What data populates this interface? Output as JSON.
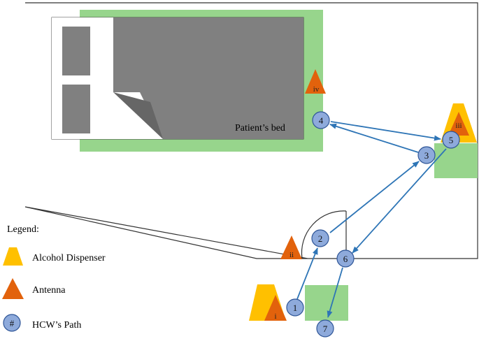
{
  "bed_label": "Patient’s bed",
  "legend": {
    "title": "Legend:",
    "items": [
      {
        "label": "Alcohol Dispenser",
        "icon": "alcohol-dispenser-icon"
      },
      {
        "label": "Antenna",
        "icon": "antenna-icon"
      },
      {
        "label": "HCW’s Path",
        "icon": "path-node-icon",
        "symbol": "#"
      }
    ]
  },
  "antennas": [
    "i",
    "ii",
    "iii",
    "iv"
  ],
  "path_nodes": [
    "1",
    "2",
    "3",
    "4",
    "5",
    "6",
    "7"
  ],
  "colors": {
    "floor_zone": "#97d58c",
    "bed": "#808080",
    "dispenser": "#ffc000",
    "antenna": "#e2620c",
    "node_fill": "#8eaadb",
    "node_stroke": "#2e5597",
    "arrow": "#2e75b6",
    "wall": "#333333"
  }
}
